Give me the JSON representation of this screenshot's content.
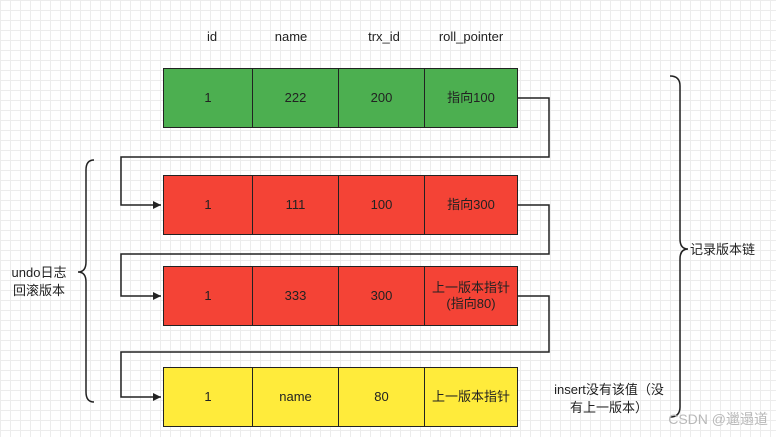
{
  "columns": [
    "id",
    "name",
    "trx_id",
    "roll_pointer"
  ],
  "rows": [
    {
      "cells": [
        "1",
        "222",
        "200",
        "指向100"
      ],
      "color": "#4caf50"
    },
    {
      "cells": [
        "1",
        "111",
        "100",
        "指向300"
      ],
      "color": "#f44336"
    },
    {
      "cells": [
        "1",
        "333",
        "300",
        "上一版本指针\n(指向80)"
      ],
      "color": "#f44336"
    },
    {
      "cells": [
        "1",
        "name",
        "80",
        "上一版本指针"
      ],
      "color": "#ffeb3b"
    }
  ],
  "labels": {
    "undo_log": "undo日志\n回滚版本",
    "version_chain": "记录版本链",
    "insert_note": "insert没有该值（没\n有上一版本）"
  },
  "watermark": "CSDN @邋遢道"
}
